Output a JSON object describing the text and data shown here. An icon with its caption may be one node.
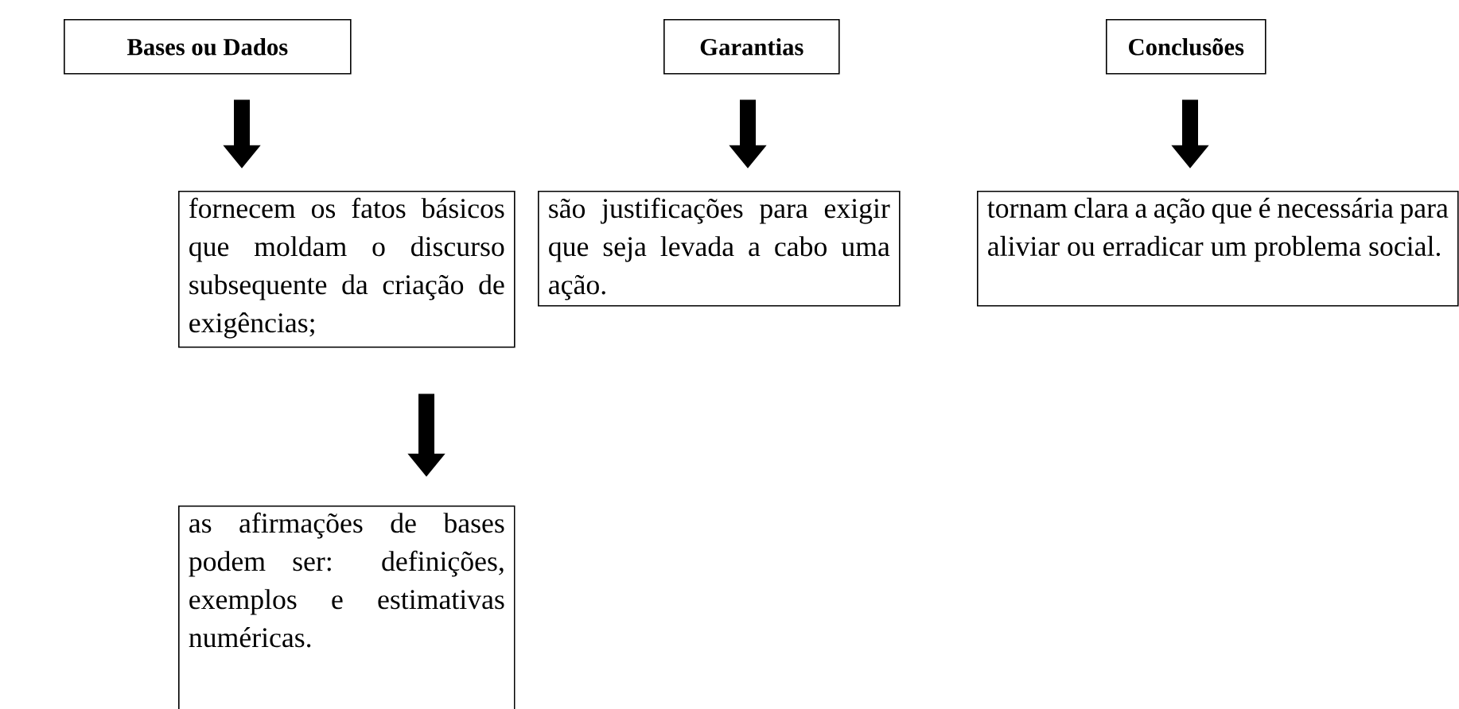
{
  "diagram": {
    "nodes": [
      {
        "text": [
          "Bases ou Dados"
        ]
      },
      {
        "text": [
          "Garantias"
        ]
      },
      {
        "text": [
          "Conclusões"
        ]
      },
      {
        "text": [
          "fornecem os fatos básicos que moldam o discurso subsequente da criação de exigências;"
        ]
      },
      {
        "text": [
          "são justificações para exigir que seja levada a cabo uma ação."
        ]
      },
      {
        "text": [
          "tornam clara a ação que é necessária para aliviar ou erradicar um problema social."
        ]
      },
      {
        "text": [
          "as afirmações de bases podem ser: definições, exemplos e estimativas numéricas."
        ]
      }
    ],
    "edges": [
      {
        "from": 0,
        "to": 3,
        "arrow": "to"
      },
      {
        "from": 1,
        "to": 4,
        "arrow": "to"
      },
      {
        "from": 2,
        "to": 5,
        "arrow": "to"
      },
      {
        "from": 3,
        "to": 6,
        "arrow": "to"
      }
    ]
  }
}
